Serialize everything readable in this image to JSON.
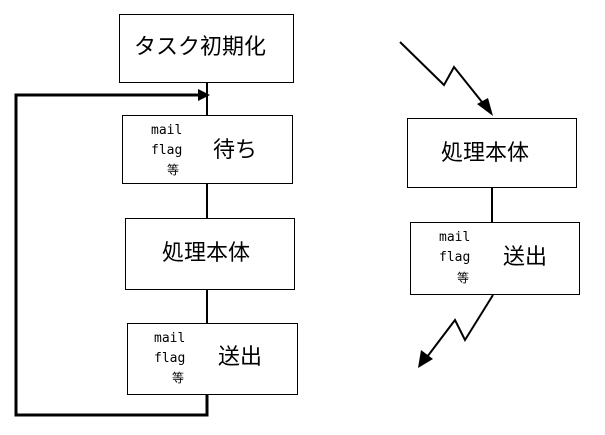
{
  "left_flow": {
    "init_label": "タスク初期化",
    "wait": {
      "small_line1": "mail",
      "small_line2": "flag",
      "small_line3": "等",
      "label": "待ち"
    },
    "process_label": "処理本体",
    "send": {
      "small_line1": "mail",
      "small_line2": "flag",
      "small_line3": "等",
      "label": "送出"
    }
  },
  "right_flow": {
    "process_label": "処理本体",
    "send": {
      "small_line1": "mail",
      "small_line2": "flag",
      "small_line3": "等",
      "label": "送出"
    }
  },
  "colors": {
    "line": "#000000",
    "box_border": "#000000",
    "background": "#ffffff"
  }
}
